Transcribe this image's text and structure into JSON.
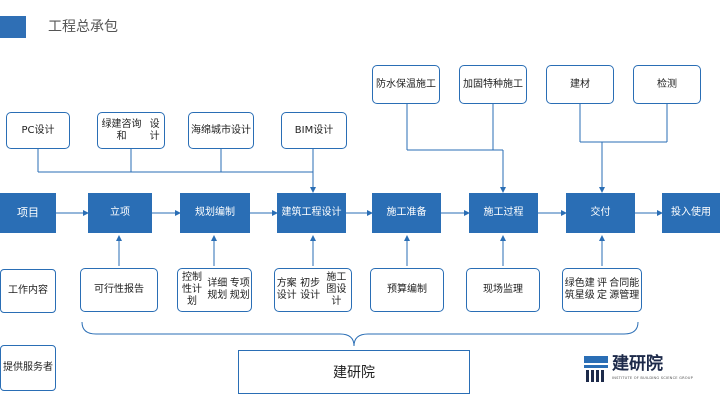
{
  "header": {
    "title": "工程总承包"
  },
  "row_labels": {
    "project": "项目",
    "work_content": "工作内容",
    "provider": [
      "提供服务",
      "者"
    ]
  },
  "stages": [
    "立项",
    "规划编制",
    [
      "建筑工程",
      "设计"
    ],
    "施工准备",
    "施工过程",
    "交付",
    "投入使用"
  ],
  "top_services": [
    [
      "防水保温施",
      "工"
    ],
    [
      "加固特种施",
      "工"
    ],
    "建材",
    "检测"
  ],
  "design_services": [
    "PC设计",
    [
      "绿建咨询和",
      "设计"
    ],
    [
      "海绵城市设",
      "计"
    ],
    "BIM设计"
  ],
  "work_items": [
    "可行性报告",
    [
      "控制性计划",
      "详细规划",
      "专项规划"
    ],
    [
      "方案设计",
      "初步设计",
      "施工图设计"
    ],
    "预算编制",
    "现场监理",
    [
      "绿色建筑星级",
      "评定",
      "合同能源管理"
    ]
  ],
  "provider_name": "建研院",
  "logo": {
    "name": "建研院",
    "subtitle": "INSTITUTE OF BUILDING SCIENCE GROUP",
    "color": "#1d2a4a"
  },
  "colors": {
    "accent": "#2a6eb5"
  }
}
